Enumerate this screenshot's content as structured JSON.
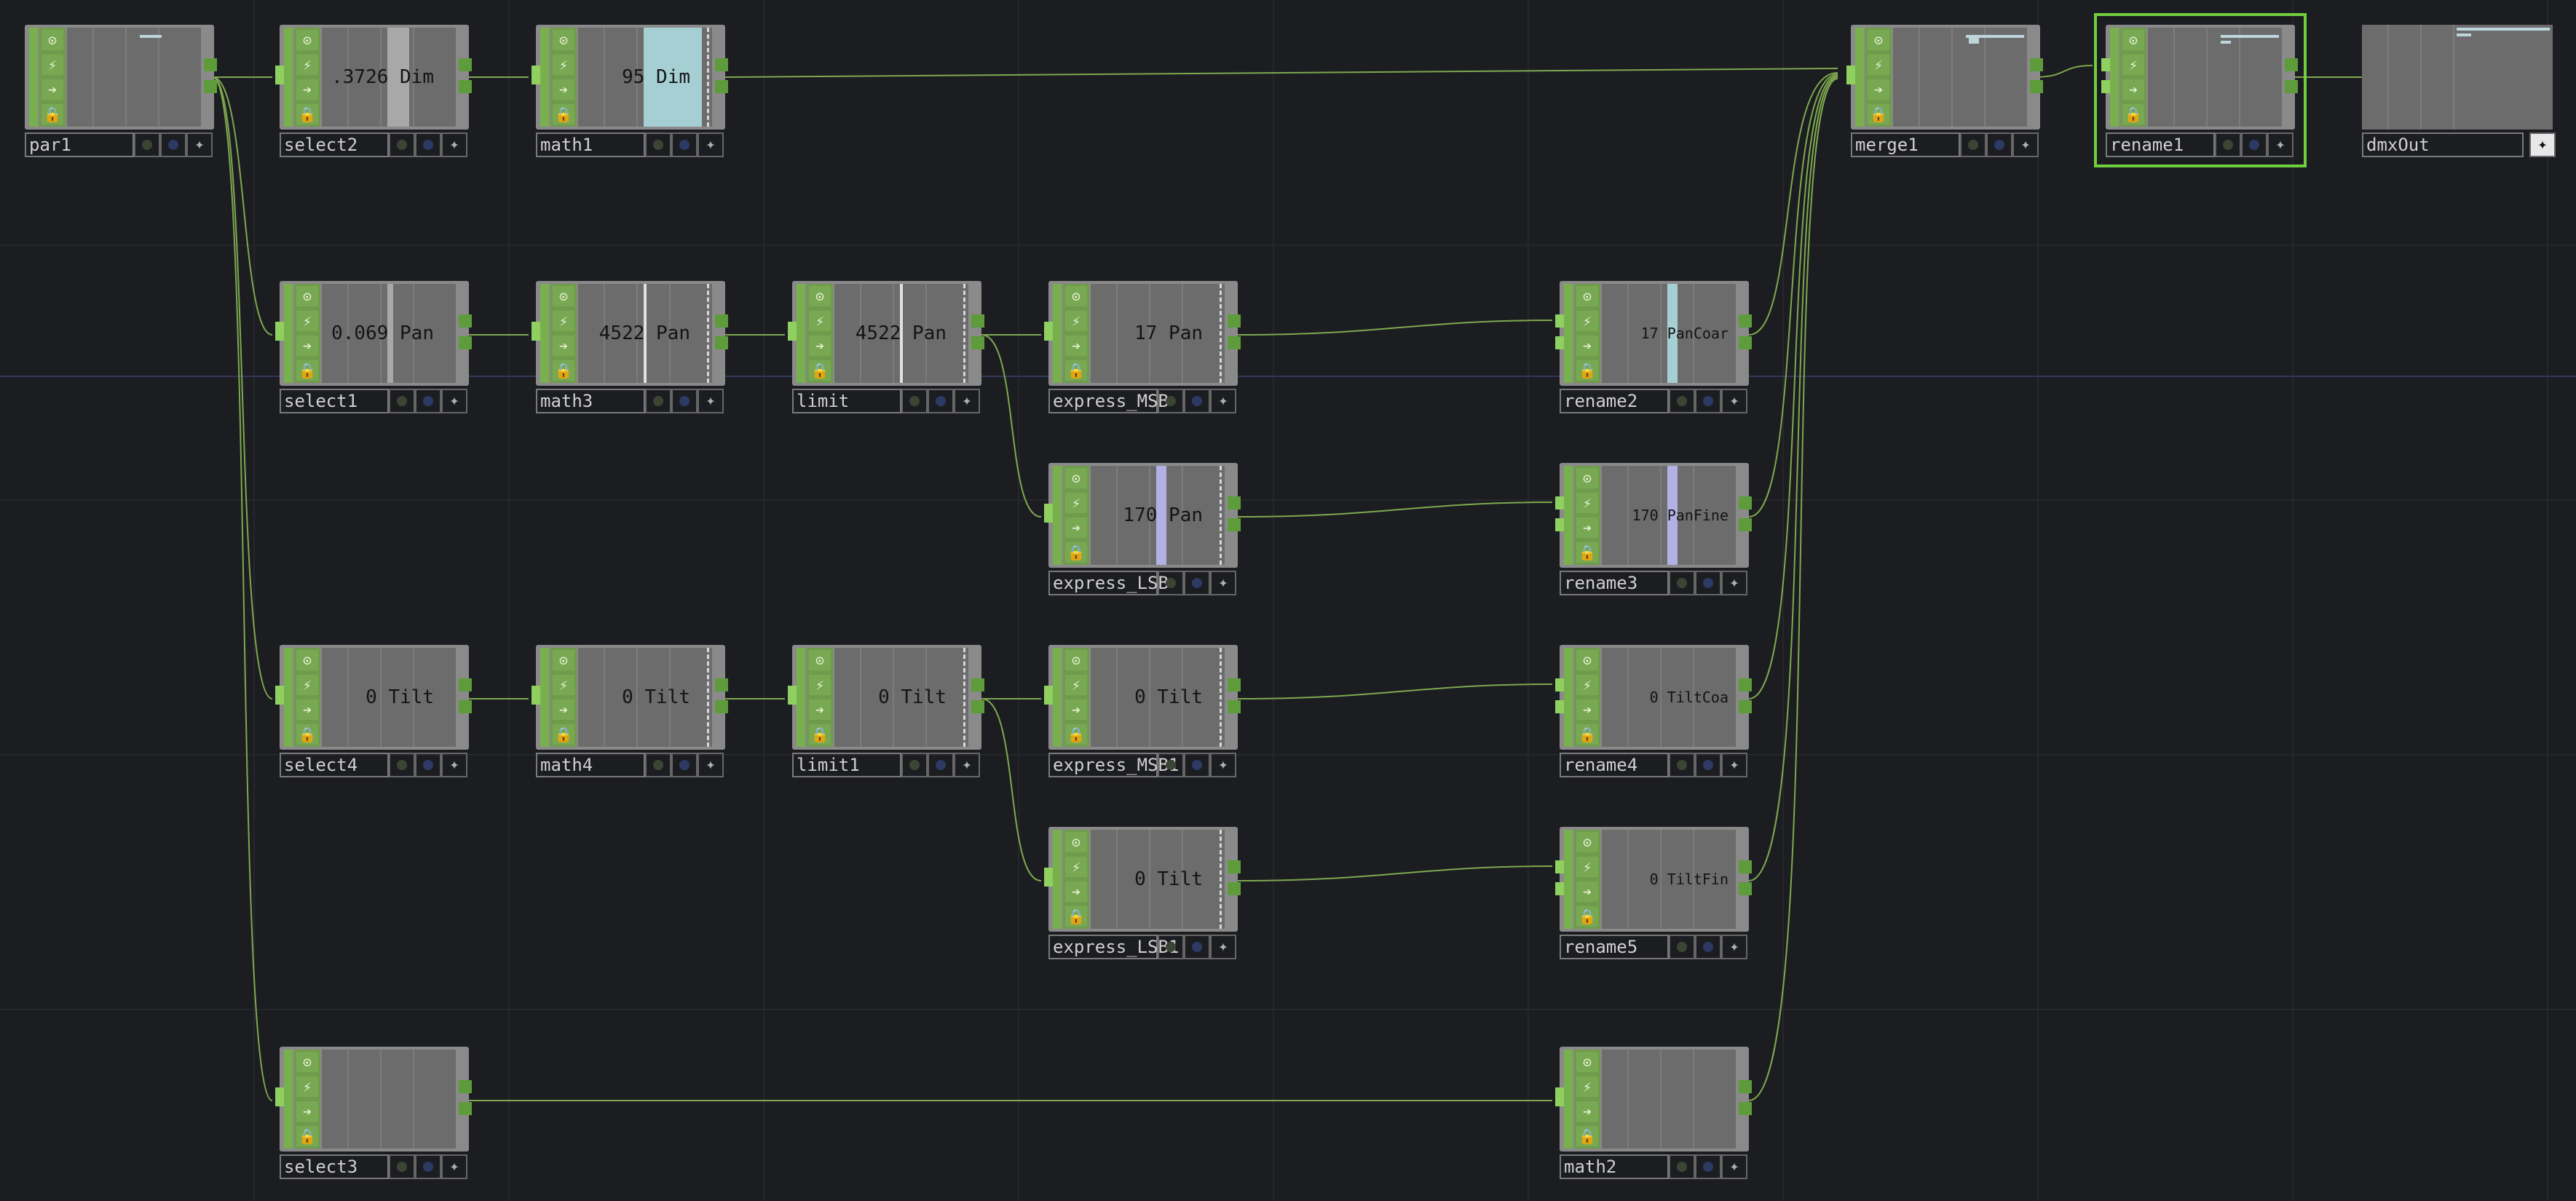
{
  "colors": {
    "background": "#1c1d21",
    "wire": "#7ea84f",
    "selected_outline": "#6fcf3c",
    "node_flag_green": "#79a853",
    "bar_dim": "#a6cfd4",
    "bar_lsb": "#b3b0e6"
  },
  "nodes": {
    "par1": {
      "name": "par1"
    },
    "select2": {
      "name": "select2",
      "value": ".3726 Dim"
    },
    "math1": {
      "name": "math1",
      "value": "95 Dim"
    },
    "select1": {
      "name": "select1",
      "value": "0.069 Pan"
    },
    "math3": {
      "name": "math3",
      "value": "4522 Pan"
    },
    "limit": {
      "name": "limit",
      "value": "4522 Pan"
    },
    "express_MSB": {
      "name": "express_MSB",
      "value": "17 Pan"
    },
    "express_LSB": {
      "name": "express_LSB",
      "value": "170 Pan"
    },
    "rename2": {
      "name": "rename2",
      "value": "17 PanCoar"
    },
    "rename3": {
      "name": "rename3",
      "value": "170 PanFine"
    },
    "select4": {
      "name": "select4",
      "value": "0 Tilt"
    },
    "math4": {
      "name": "math4",
      "value": "0 Tilt"
    },
    "limit1": {
      "name": "limit1",
      "value": "0 Tilt"
    },
    "express_MSB1": {
      "name": "express_MSB1",
      "value": "0 Tilt"
    },
    "express_LSB1": {
      "name": "express_LSB1",
      "value": "0 Tilt"
    },
    "rename4": {
      "name": "rename4",
      "value": "0 TiltCoa"
    },
    "rename5": {
      "name": "rename5",
      "value": "0 TiltFin"
    },
    "select3": {
      "name": "select3"
    },
    "math2": {
      "name": "math2"
    },
    "merge1": {
      "name": "merge1"
    },
    "rename1": {
      "name": "rename1"
    },
    "dmxOut": {
      "name": "dmxOut"
    }
  },
  "flag_icons": [
    "viewer-flag-icon",
    "cook-flag-icon",
    "export-arrow-icon",
    "lock-flag-icon"
  ]
}
